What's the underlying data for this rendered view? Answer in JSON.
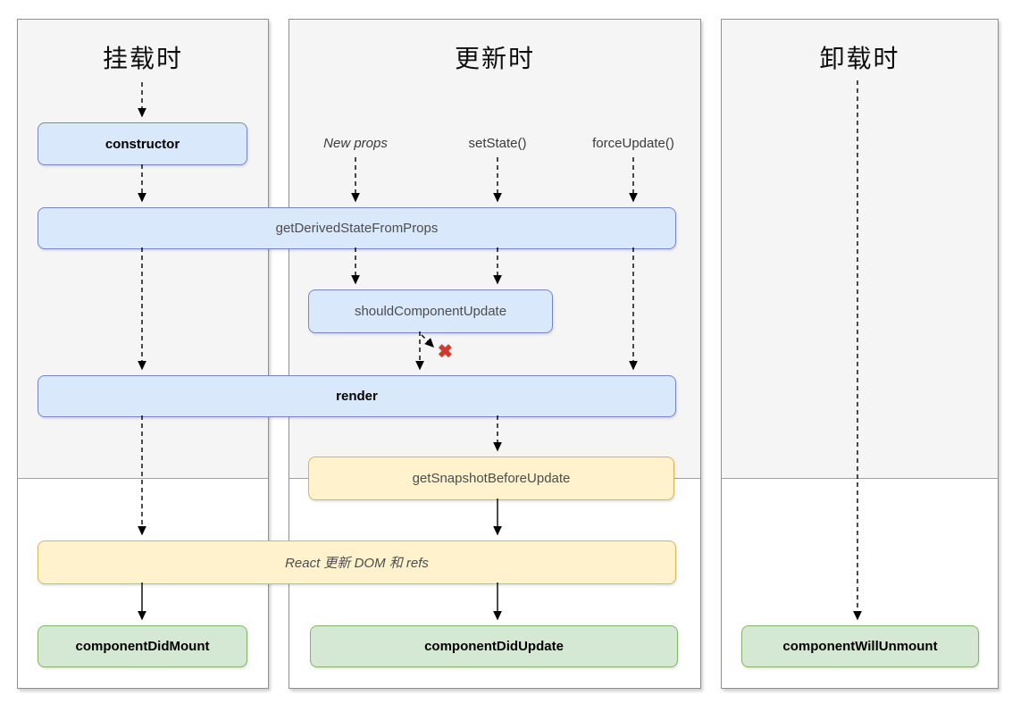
{
  "panels": [
    {
      "title": "挂载时"
    },
    {
      "title": "更新时"
    },
    {
      "title": "卸载时"
    }
  ],
  "nodes": {
    "constructor": {
      "label": "constructor"
    },
    "get_derived_state_from_props": {
      "label": "getDerivedStateFromProps"
    },
    "should_component_update": {
      "label": "shouldComponentUpdate"
    },
    "render": {
      "label": "render"
    },
    "get_snapshot_before_update": {
      "label": "getSnapshotBeforeUpdate"
    },
    "react_updates_dom": {
      "label": "React 更新 DOM 和 refs"
    },
    "component_did_mount": {
      "label": "componentDidMount"
    },
    "component_did_update": {
      "label": "componentDidUpdate"
    },
    "component_will_unmount": {
      "label": "componentWillUnmount"
    }
  },
  "triggers": {
    "new_props": {
      "label": "New props"
    },
    "set_state": {
      "label": "setState()"
    },
    "force_update": {
      "label": "forceUpdate()"
    }
  },
  "marks": {
    "reject_x": "✖"
  },
  "edges": [
    {
      "from": "mounting-start",
      "to": "constructor",
      "style": "dashed"
    },
    {
      "from": "constructor",
      "to": "getDerivedStateFromProps",
      "style": "dashed"
    },
    {
      "from": "getDerivedStateFromProps",
      "to": "render",
      "style": "dashed",
      "lane": "mounting"
    },
    {
      "from": "render",
      "to": "react_updates_dom",
      "style": "dashed",
      "lane": "mounting"
    },
    {
      "from": "react_updates_dom",
      "to": "componentDidMount",
      "style": "solid"
    },
    {
      "from": "new_props",
      "to": "getDerivedStateFromProps",
      "style": "dashed"
    },
    {
      "from": "set_state",
      "to": "getDerivedStateFromProps",
      "style": "dashed"
    },
    {
      "from": "force_update",
      "to": "getDerivedStateFromProps",
      "style": "dashed"
    },
    {
      "from": "getDerivedStateFromProps",
      "to": "shouldComponentUpdate",
      "style": "dashed",
      "lane": "new-props"
    },
    {
      "from": "getDerivedStateFromProps",
      "to": "shouldComponentUpdate",
      "style": "dashed",
      "lane": "set-state"
    },
    {
      "from": "getDerivedStateFromProps",
      "to": "render",
      "style": "dashed",
      "lane": "force-update"
    },
    {
      "from": "shouldComponentUpdate",
      "to": "render",
      "style": "dashed"
    },
    {
      "from": "shouldComponentUpdate",
      "to": "reject-x",
      "style": "dashed"
    },
    {
      "from": "render",
      "to": "getSnapshotBeforeUpdate",
      "style": "dashed"
    },
    {
      "from": "getSnapshotBeforeUpdate",
      "to": "react_updates_dom",
      "style": "solid"
    },
    {
      "from": "react_updates_dom",
      "to": "componentDidUpdate",
      "style": "solid"
    },
    {
      "from": "unmounting-start",
      "to": "componentWillUnmount",
      "style": "dashed"
    }
  ],
  "colors": {
    "node_blue_fill": "#dae8fc",
    "node_blue_border": "#7486c5",
    "node_yellow_fill": "#fff2cc",
    "node_yellow_border": "#d6b656",
    "node_green_fill": "#d5e8d4",
    "node_green_border": "#82b366",
    "phase_band_fill": "#f5f5f5",
    "reject_x_color": "#d03a2a"
  }
}
